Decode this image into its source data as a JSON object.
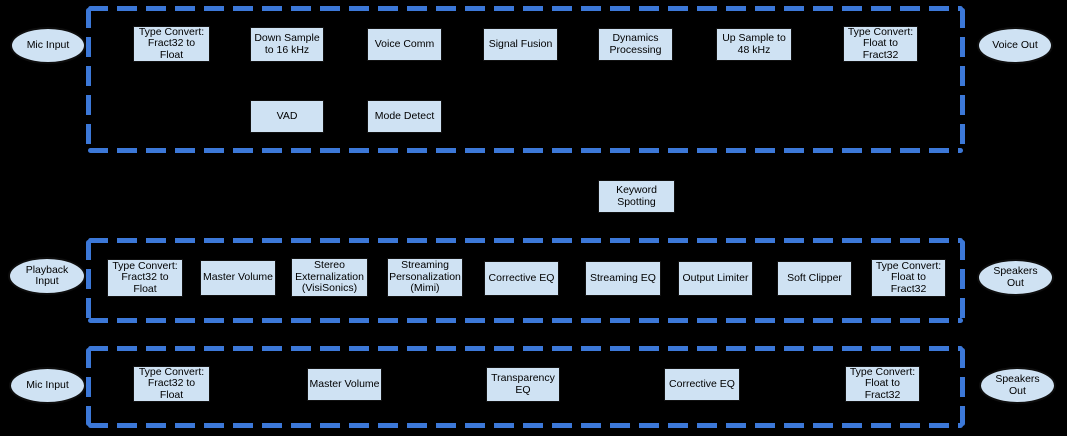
{
  "colors": {
    "background": "#000000",
    "dashed_border": "#3c78d8",
    "node_fill": "#cfe2f3",
    "node_border": "#111111",
    "text": "#000000"
  },
  "voice_chain": {
    "input": "Mic Input",
    "output": "Voice Out",
    "nodes": [
      "Type Convert:\nFract32 to\nFloat",
      "Down Sample\nto 16 kHz",
      "Voice Comm",
      "Signal Fusion",
      "Dynamics\nProcessing",
      "Up Sample to\n48 kHz",
      "Type Convert:\nFloat to\nFract32"
    ],
    "secondary_nodes": [
      "VAD",
      "Mode Detect"
    ]
  },
  "keyword_node": "Keyword\nSpotting",
  "playback_chain": {
    "input": "Playback\nInput",
    "output": "Speakers\nOut",
    "nodes": [
      "Type Convert:\nFract32 to\nFloat",
      "Master Volume",
      "Stereo\nExternalization\n(VisiSonics)",
      "Streaming\nPersonalization\n(Mimi)",
      "Corrective EQ",
      "Streaming EQ",
      "Output Limiter",
      "Soft Clipper",
      "Type Convert:\nFloat to\nFract32"
    ]
  },
  "transparency_chain": {
    "input": "Mic Input",
    "output": "Speakers\nOut",
    "nodes": [
      "Type Convert:\nFract32 to\nFloat",
      "Master Volume",
      "Transparency\nEQ",
      "Corrective EQ",
      "Type Convert:\nFloat to\nFract32"
    ]
  }
}
